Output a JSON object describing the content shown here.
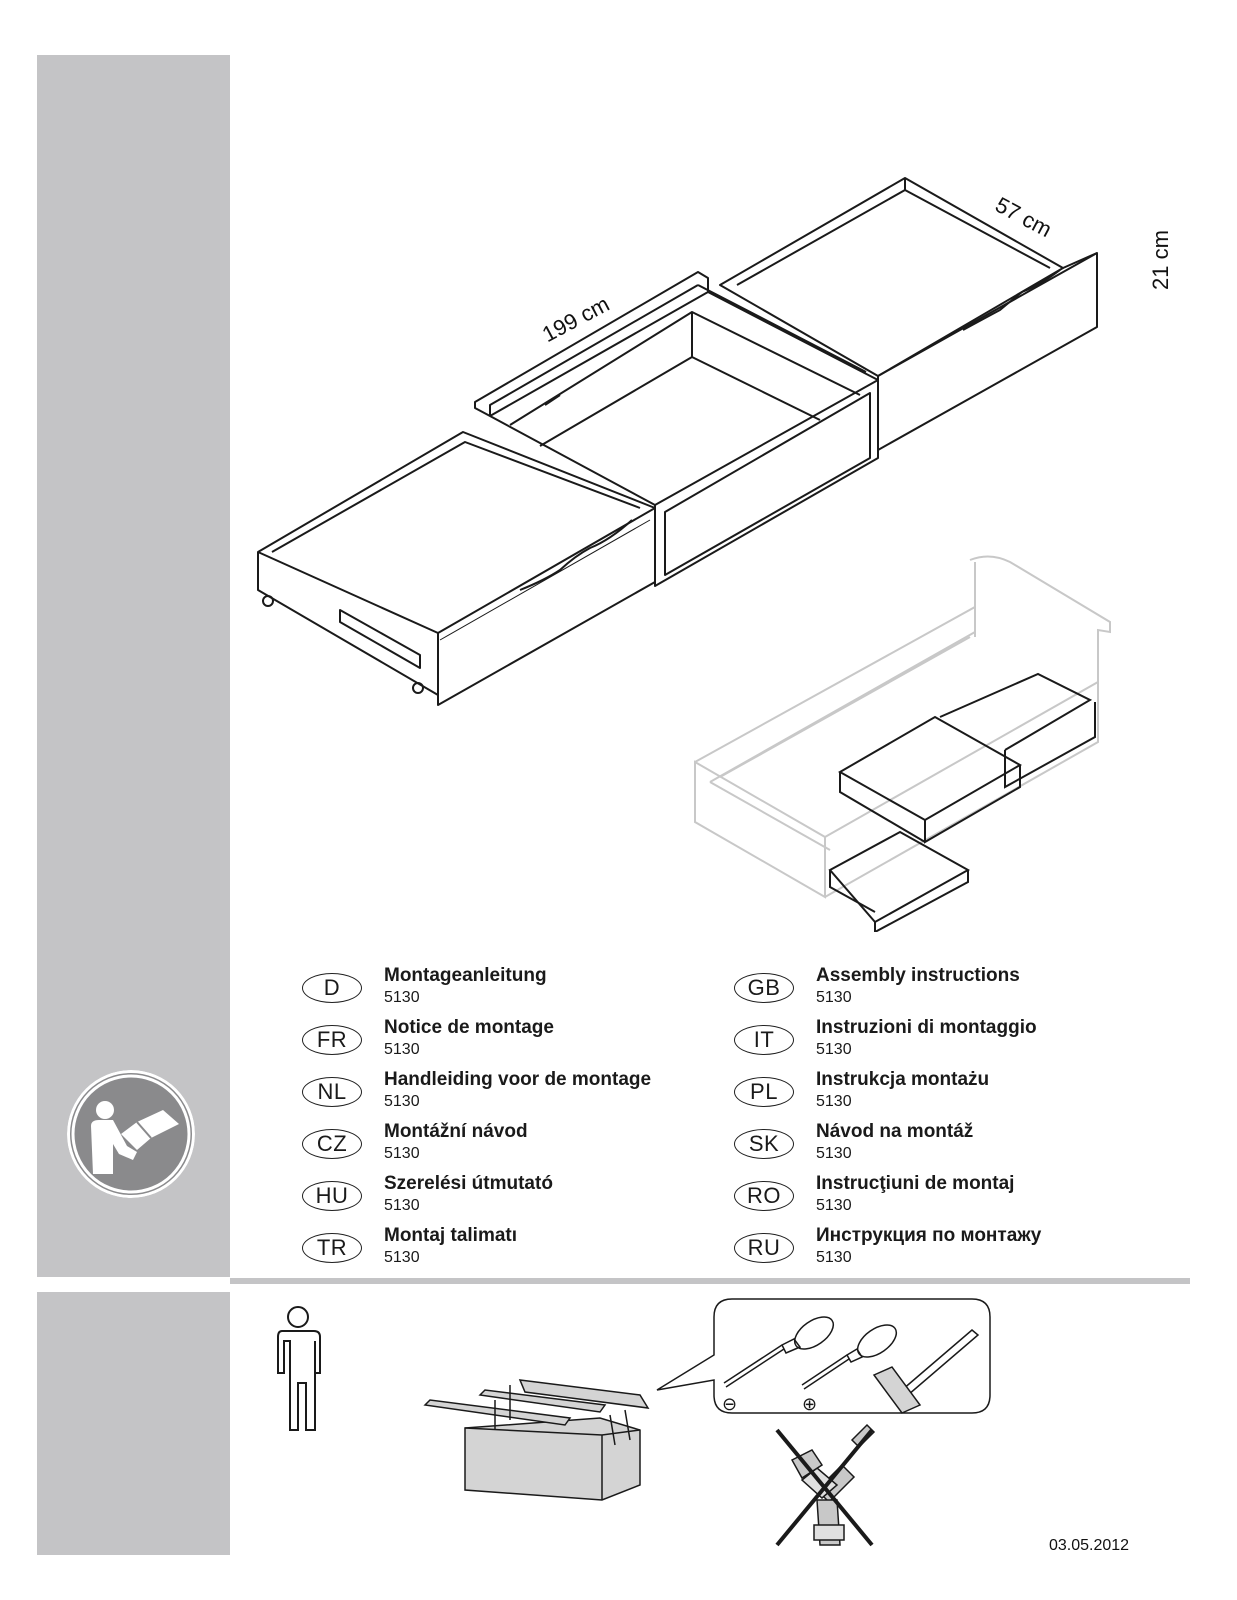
{
  "dimensions": {
    "length": "199 cm",
    "depth": "57 cm",
    "height": "21 cm"
  },
  "languages_left": [
    {
      "code": "D",
      "title": "Montageanleitung",
      "number": "5130"
    },
    {
      "code": "FR",
      "title": "Notice de montage",
      "number": "5130"
    },
    {
      "code": "NL",
      "title": "Handleiding voor de montage",
      "number": "5130"
    },
    {
      "code": "CZ",
      "title": "Montážní návod",
      "number": "5130"
    },
    {
      "code": "HU",
      "title": "Szerelési útmutató",
      "number": "5130"
    },
    {
      "code": "TR",
      "title": "Montaj talimatı",
      "number": "5130"
    }
  ],
  "languages_right": [
    {
      "code": "GB",
      "title": "Assembly instructions",
      "number": "5130"
    },
    {
      "code": "IT",
      "title": "Instruzioni di montaggio",
      "number": "5130"
    },
    {
      "code": "PL",
      "title": "Instrukcja montażu",
      "number": "5130"
    },
    {
      "code": "SK",
      "title": "Návod na montáž",
      "number": "5130"
    },
    {
      "code": "RO",
      "title": "Instrucţiuni de montaj",
      "number": "5130"
    },
    {
      "code": "RU",
      "title": "Инструкция по монтажу",
      "number": "5130"
    }
  ],
  "tools": {
    "flat_screwdriver_symbol": "⊖",
    "phillips_screwdriver_symbol": "⊕"
  },
  "icons": {
    "read_manual": "read-manual-icon",
    "person": "person-icon",
    "toolbox": "toolbox-icon",
    "no_drill": "no-power-drill-icon"
  },
  "colors": {
    "sidebar": "#c4c4c6",
    "icon_circle": "#8a8a8c",
    "line": "#1a1a1a",
    "faded_line": "#c8c8c8"
  },
  "date": "03.05.2012"
}
